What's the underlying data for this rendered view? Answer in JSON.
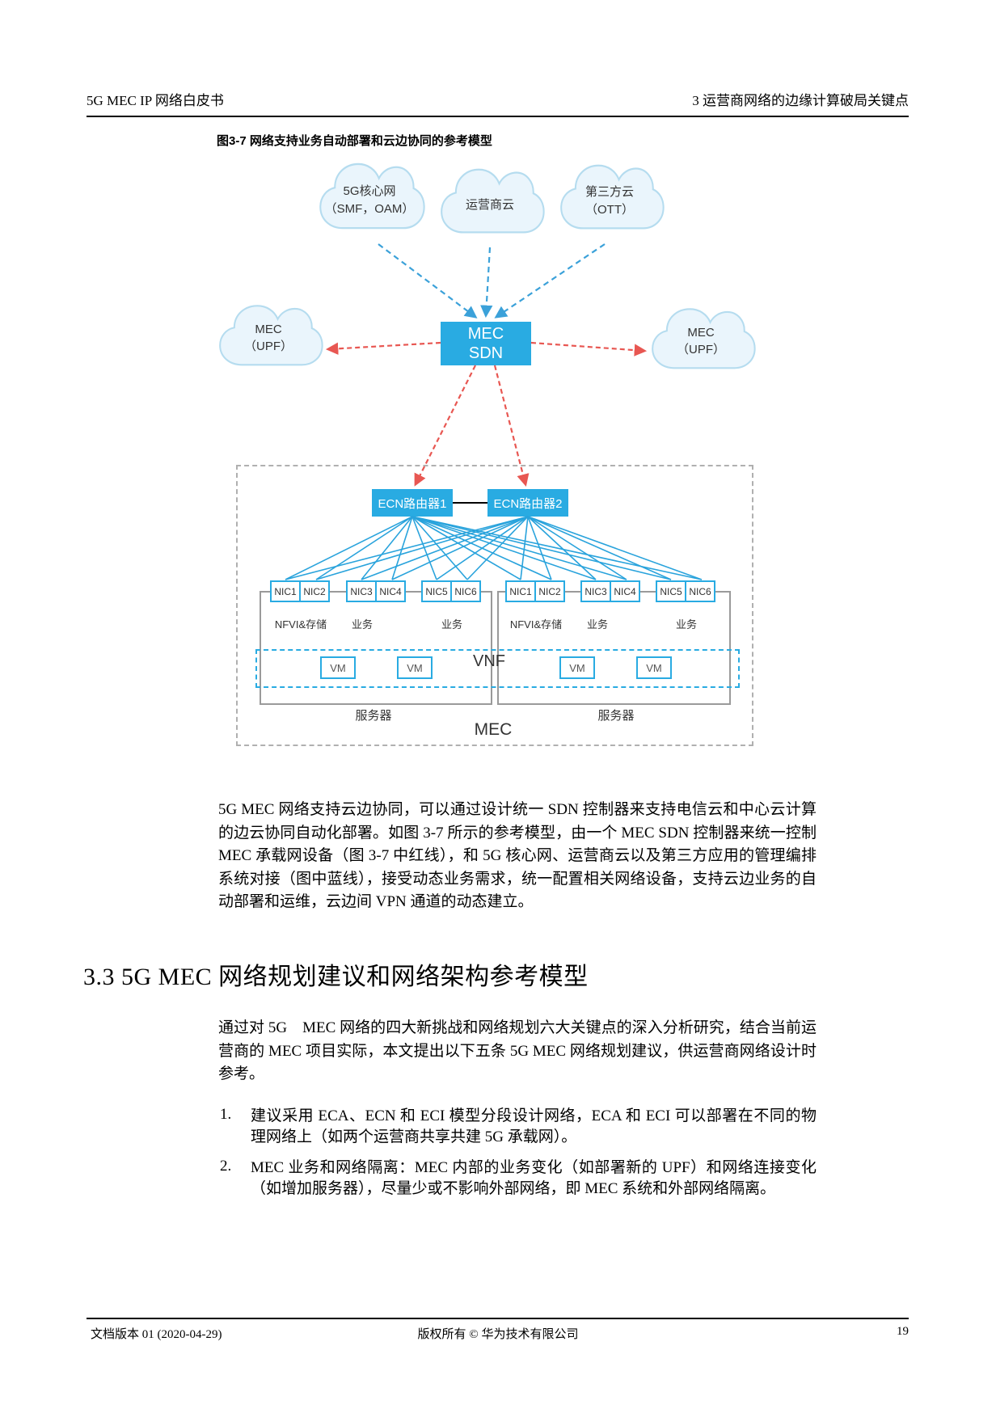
{
  "page": {
    "header_left": "5G MEC IP 网络白皮书",
    "header_right": "3  运营商网络的边缘计算破局关键点",
    "footer_left": "文档版本 01 (2020-04-29)",
    "footer_center": "版权所有 © 华为技术有限公司",
    "page_number": "19"
  },
  "figure": {
    "caption": "图3-7 网络支持业务自动部署和云边协同的参考模型",
    "clouds": [
      {
        "id": "cloud-5g-core",
        "lines": [
          "5G核心网",
          "（SMF，OAM）"
        ]
      },
      {
        "id": "cloud-operator",
        "lines": [
          "运营商云"
        ]
      },
      {
        "id": "cloud-third-party",
        "lines": [
          "第三方云",
          "（OTT）"
        ]
      },
      {
        "id": "cloud-mec-upf-left",
        "lines": [
          "MEC",
          "（UPF）"
        ]
      },
      {
        "id": "cloud-mec-upf-right",
        "lines": [
          "MEC",
          "（UPF）"
        ]
      }
    ],
    "sdn_box": [
      "MEC",
      "SDN"
    ],
    "routers": [
      "ECN路由器1",
      "ECN路由器2"
    ],
    "servers": [
      {
        "name": "服务器",
        "nics": [
          "NIC1",
          "NIC2",
          "NIC3",
          "NIC4",
          "NIC5",
          "NIC6"
        ],
        "labels": [
          "NFVI&存储",
          "业务",
          "业务"
        ]
      },
      {
        "name": "服务器",
        "nics": [
          "NIC1",
          "NIC2",
          "NIC3",
          "NIC4",
          "NIC5",
          "NIC6"
        ],
        "labels": [
          "NFVI&存储",
          "业务",
          "业务"
        ]
      }
    ],
    "vnf_label": "VNF",
    "vm_label": "VM",
    "mec_label": "MEC"
  },
  "content": {
    "para1": "5G MEC 网络支持云边协同，可以通过设计统一 SDN 控制器来支持电信云和中心云计算的边云协同自动化部署。如图 3-7 所示的参考模型，由一个 MEC SDN 控制器来统一控制 MEC 承载网设备（图 3-7 中红线），和 5G 核心网、运营商云以及第三方应用的管理编排系统对接（图中蓝线），接受动态业务需求，统一配置相关网络设备，支持云边业务的自动部署和运维，云边间 VPN 通道的动态建立。",
    "section_heading": "3.3 5G MEC 网络规划建议和网络架构参考模型",
    "para2": "通过对 5G　MEC 网络的四大新挑战和网络规划六大关键点的深入分析研究，结合当前运营商的 MEC 项目实际，本文提出以下五条 5G MEC 网络规划建议，供运营商网络设计时参考。",
    "list": [
      {
        "num": "1.",
        "text": "建议采用 ECA、ECN 和 ECI 模型分段设计网络，ECA 和 ECI 可以部署在不同的物理网络上（如两个运营商共享共建 5G 承载网）。"
      },
      {
        "num": "2.",
        "text": "MEC 业务和网络隔离：MEC 内部的业务变化（如部署新的 UPF）和网络连接变化（如增加服务器），尽量少或不影响外部网络，即 MEC 系统和外部网络隔离。"
      }
    ]
  },
  "colors": {
    "accent_blue": "#29abe2",
    "arrow_blue": "#3ba1d9",
    "arrow_red": "#e85752",
    "cloud_fill": "#eaf5fc",
    "cloud_stroke": "#b5dcef",
    "gray_border": "#9a9a9a"
  }
}
